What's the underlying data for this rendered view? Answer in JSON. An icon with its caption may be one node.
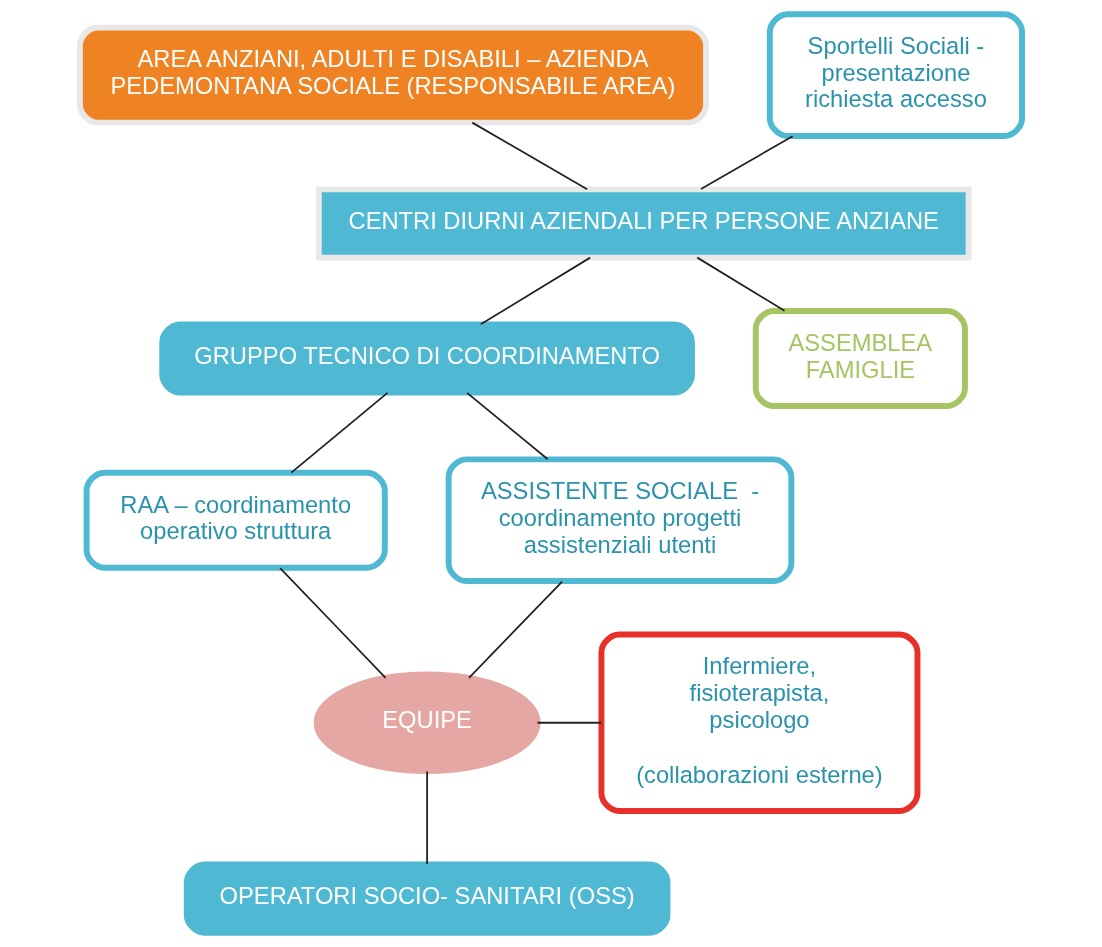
{
  "diagram": {
    "nodes": [
      {
        "text": [
          "AREA ANZIANI, ADULTI E DISABILI – AZIENDA PEDEMONTANA SOCIALE (RESPONSABILE AREA)"
        ]
      },
      {
        "text": [
          "Sportelli Sociali - presentazione richiesta accesso"
        ]
      },
      {
        "text": [
          "CENTRI DIURNI AZIENDALI PER PERSONE ANZIANE"
        ]
      },
      {
        "text": [
          "GRUPPO TECNICO DI COORDINAMENTO"
        ]
      },
      {
        "text": [
          "ASSEMBLEA FAMIGLIE"
        ]
      },
      {
        "text": [
          "RAA – coordinamento operativo struttura"
        ]
      },
      {
        "text": [
          "ASSISTENTE SOCIALE  - coordinamento progetti assistenziali utenti"
        ]
      },
      {
        "text": [
          "EQUIPE"
        ]
      },
      {
        "text": [
          "Infermiere, fisioterapista, psicologo",
          "(collaborazioni esterne)"
        ]
      },
      {
        "text": [
          "OPERATORI SOCIO- SANITARI (OSS)"
        ]
      }
    ],
    "edges": [
      {
        "from": 0,
        "to": 2,
        "arrow": "none"
      },
      {
        "from": 1,
        "to": 2,
        "arrow": "none"
      },
      {
        "from": 2,
        "to": 3,
        "arrow": "none"
      },
      {
        "from": 2,
        "to": 4,
        "arrow": "none"
      },
      {
        "from": 3,
        "to": 5,
        "arrow": "none"
      },
      {
        "from": 3,
        "to": 6,
        "arrow": "none"
      },
      {
        "from": 5,
        "to": 7,
        "arrow": "none"
      },
      {
        "from": 6,
        "to": 7,
        "arrow": "none"
      },
      {
        "from": 7,
        "to": 8,
        "arrow": "none"
      },
      {
        "from": 7,
        "to": 9,
        "arrow": "none"
      }
    ]
  }
}
